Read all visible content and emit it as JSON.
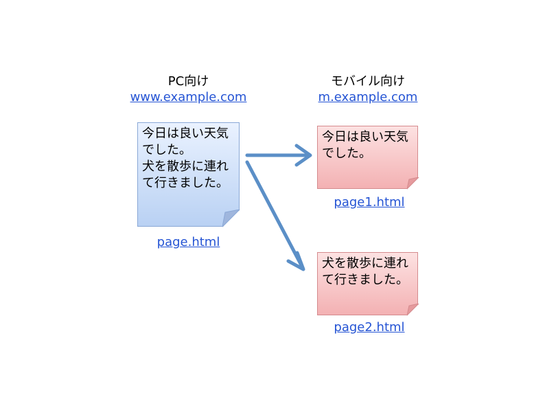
{
  "pc": {
    "heading": "PC向け",
    "domain": "www.example.com",
    "note_text": "今日は良い天気\nでした。\n犬を散歩に連れ\nて行きました。",
    "file_link": "page.html"
  },
  "mobile": {
    "heading": "モバイル向け",
    "domain": "m.example.com",
    "pages": [
      {
        "note_text": "今日は良い天気\nでした。",
        "file_link": "page1.html"
      },
      {
        "note_text": "犬を散歩に連れ\nて行きました。",
        "file_link": "page2.html"
      }
    ]
  },
  "colors": {
    "link": "#2554d4",
    "arrow": "#5b8fc7",
    "pc_note": "#b9d1f3",
    "mobile_note": "#f3b1b3"
  }
}
